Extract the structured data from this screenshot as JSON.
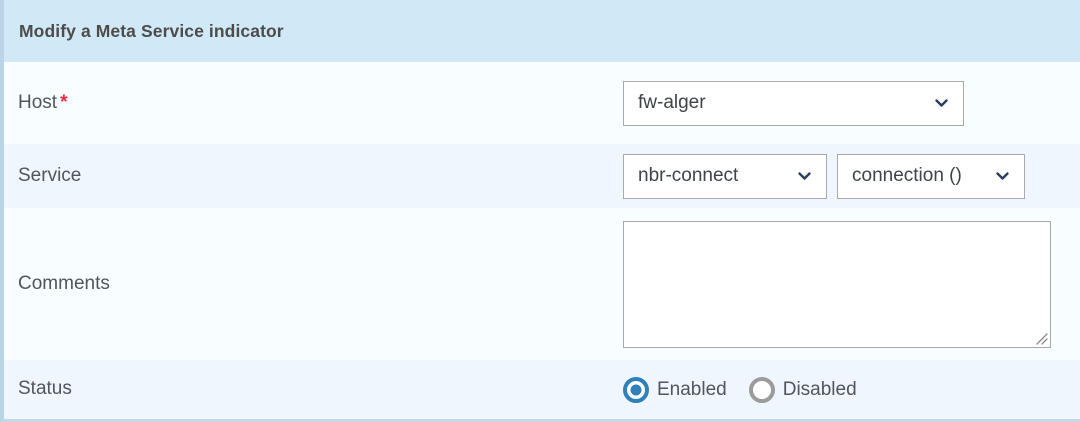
{
  "header": {
    "title": "Modify a Meta Service indicator"
  },
  "colors": {
    "header_bg": "#d1e9f6",
    "row_light": "#f8fdff",
    "row_tint": "#eff6fd",
    "required_star": "#e8283c",
    "chevron": "#2c3e5d",
    "radio_checked": "#2f7fb8",
    "radio_unchecked": "#9b9b9b",
    "text": "#51565b",
    "panel_border": "#b9d4e4"
  },
  "rows": {
    "host": {
      "label": "Host",
      "required_marker": "*",
      "select": {
        "value": "fw-alger",
        "icon": "chevron-down-icon"
      }
    },
    "service": {
      "label": "Service",
      "select_service": {
        "value": "nbr-connect",
        "icon": "chevron-down-icon"
      },
      "select_metric": {
        "value": "connection ()",
        "icon": "chevron-down-icon"
      }
    },
    "comments": {
      "label": "Comments",
      "textarea": {
        "value": "",
        "placeholder": ""
      }
    },
    "status": {
      "label": "Status",
      "options": [
        {
          "label": "Enabled",
          "checked": true
        },
        {
          "label": "Disabled",
          "checked": false
        }
      ]
    }
  }
}
